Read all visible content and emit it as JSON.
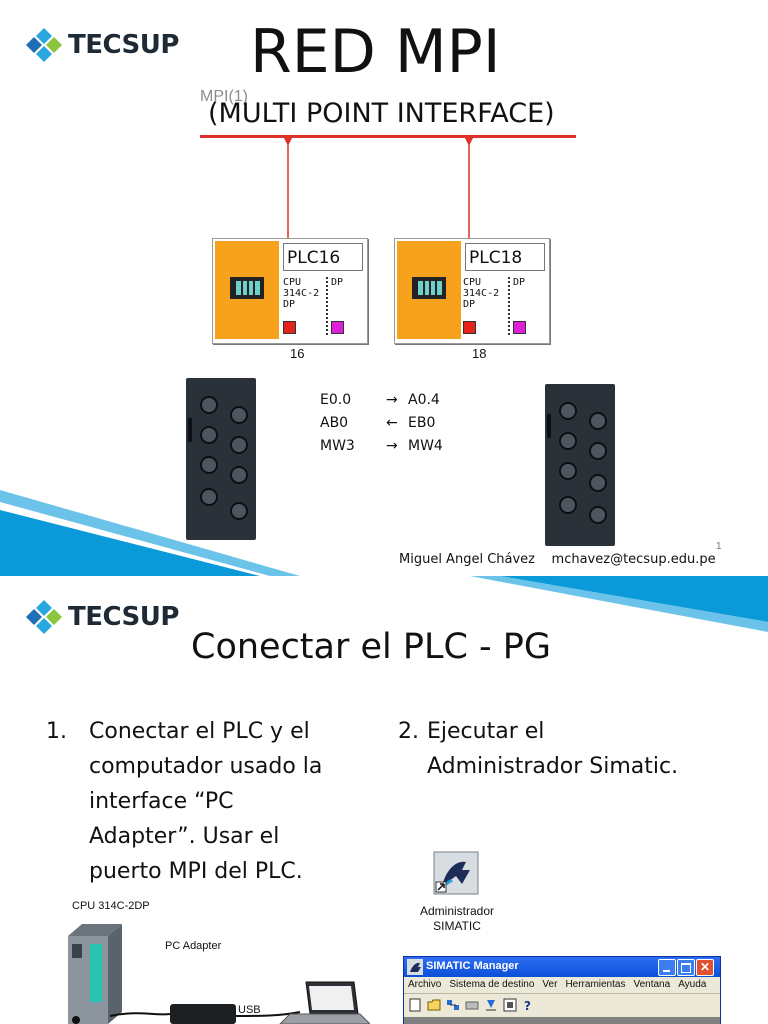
{
  "slide1": {
    "logo_text": "TECSUP",
    "title": "RED MPI",
    "network_label": "MPI(1)",
    "network_caption": "(MULTI POINT INTERFACE)",
    "plcs": [
      {
        "name": "PLC16",
        "cpu_line1": "CPU",
        "cpu_line2": "314C-2",
        "cpu_line3": "DP",
        "dp": "DP",
        "address": "16"
      },
      {
        "name": "PLC18",
        "cpu_line1": "CPU",
        "cpu_line2": "314C-2",
        "cpu_line3": "DP",
        "dp": "DP",
        "address": "18"
      }
    ],
    "mappings": [
      {
        "left": "E0.0",
        "arrow": "→",
        "right": "A0.4"
      },
      {
        "left": "AB0",
        "arrow": "←",
        "right": "EB0"
      },
      {
        "left": "MW3",
        "arrow": "→",
        "right": "MW4"
      }
    ],
    "page_number": "1",
    "footer_author": "Miguel Angel Chávez",
    "footer_email": "mchavez@tecsup.edu.pe"
  },
  "slide2": {
    "logo_text": "TECSUP",
    "title": "Conectar el PLC - PG",
    "step1_number": "1.",
    "step1_lines": [
      "Conectar el PLC y el",
      "computador usado la",
      "interface “PC",
      "Adapter”. Usar el",
      "puerto MPI del PLC."
    ],
    "step2_number": "2.",
    "step2_lines": [
      "Ejecutar el",
      "Administrador Simatic."
    ],
    "cpu_label": "CPU 314C-2DP",
    "adapter_label": "PC Adapter",
    "usb_label": "USB",
    "desktop_icon_label_1": "Administrador",
    "desktop_icon_label_2": "SIMATIC",
    "window_title": "SIMATIC Manager",
    "menu": [
      "Archivo",
      "Sistema de destino",
      "Ver",
      "Herramientas",
      "Ventana",
      "Ayuda"
    ]
  },
  "colors": {
    "accent_blue": "#0a9ad9",
    "mpi_red": "#e0302a",
    "plc_orange": "#f6a21d",
    "xp_blue": "#0b4fd8"
  }
}
